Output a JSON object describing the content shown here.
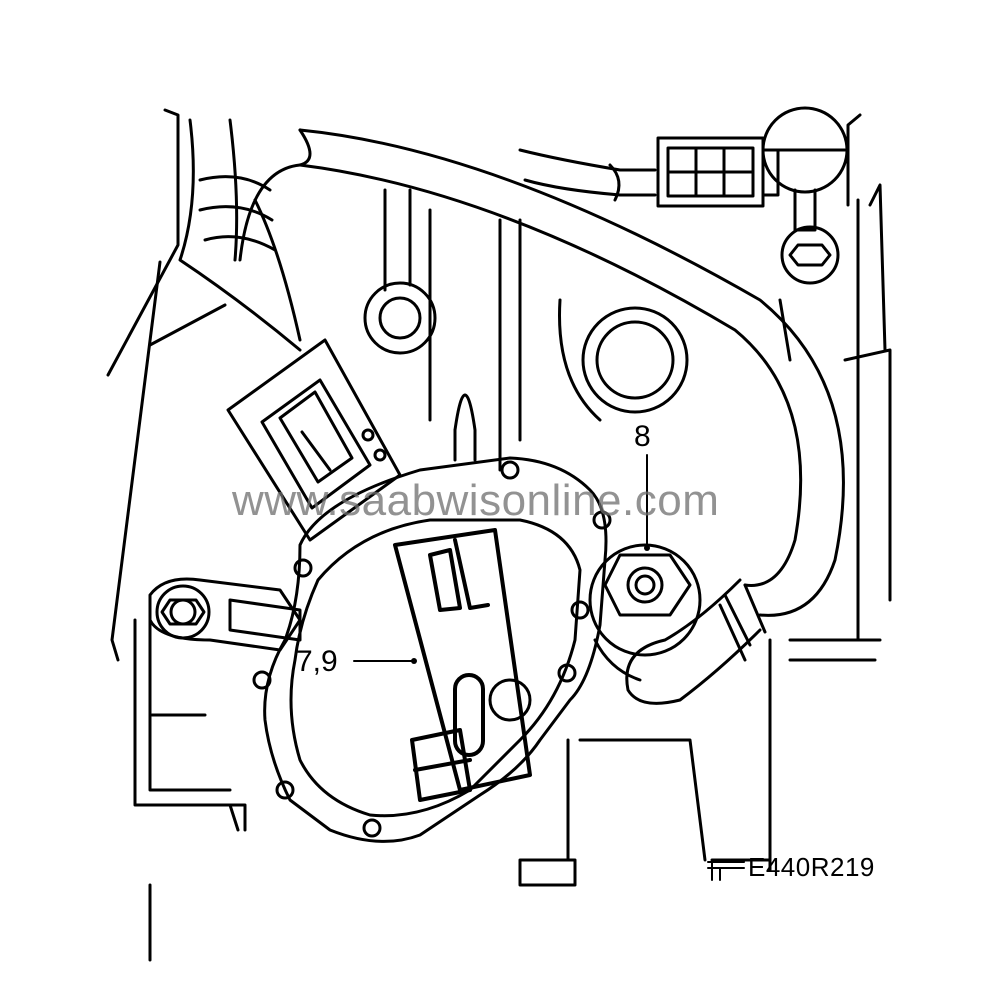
{
  "callouts": {
    "fastener": "8",
    "selector": "7,9"
  },
  "figure_code": "E440R219",
  "watermark": "www.saabwisonline.com",
  "colors": {
    "line": "#000000",
    "background": "#ffffff",
    "watermark": "#6e6e6e"
  }
}
